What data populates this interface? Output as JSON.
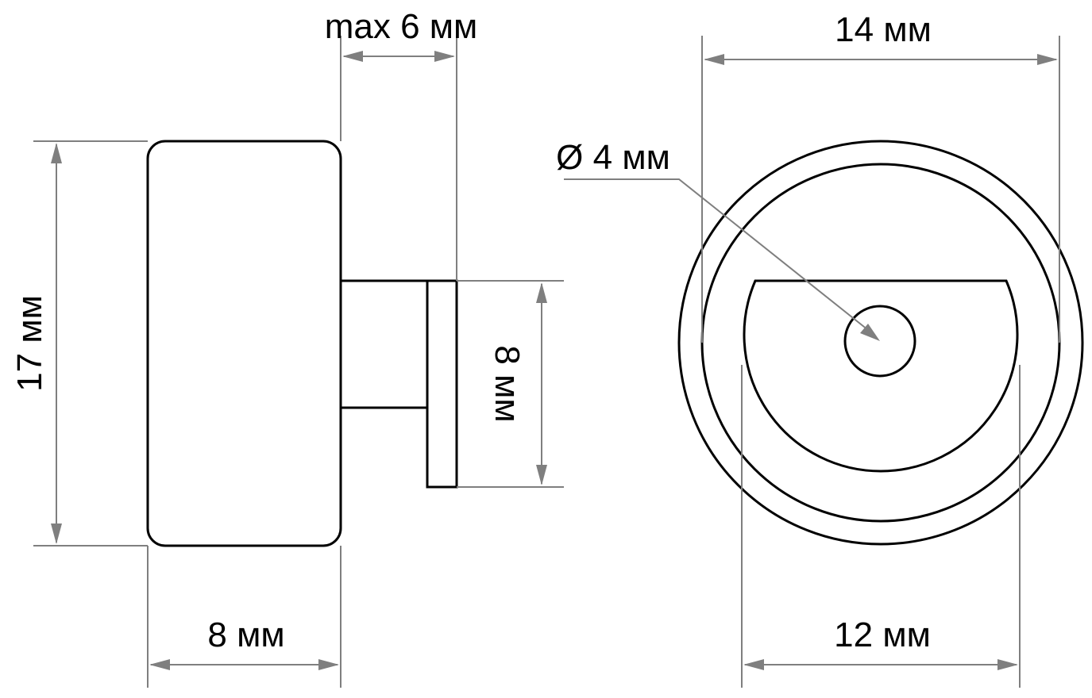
{
  "drawing": {
    "title": "Dimensioned technical drawing: side view and front view of round part",
    "units": "мм",
    "colors": {
      "outline": "#000000",
      "dimension": "#7f7f7f",
      "background": "#ffffff"
    },
    "side_view": {
      "labels": {
        "height": "17 мм",
        "width": "8 мм",
        "shaft_gap": "max 6 мм",
        "flange_height": "8 мм"
      }
    },
    "front_view": {
      "labels": {
        "outer_diameter": "14 мм",
        "inner_width": "12 мм",
        "hole_diameter": "Ø 4 мм"
      }
    }
  }
}
